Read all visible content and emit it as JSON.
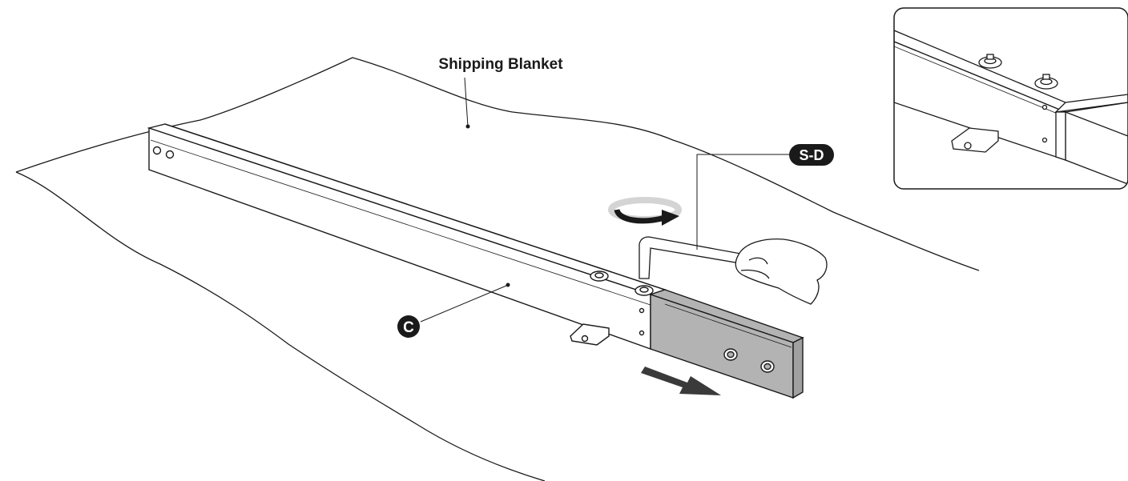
{
  "labels": {
    "blanket": "Shipping Blanket",
    "part_c": "C",
    "tool": "S-D"
  },
  "icons": {
    "rotation": "rotate-clockwise-arrow",
    "direction": "slide-right-arrow",
    "hand": "hand-holding-hex-key",
    "inset": "detail-zoom-view"
  },
  "colors": {
    "line": "#1a1a1a",
    "extension_fill": "#b3b3b3",
    "label_badge": "#1a1a1a",
    "badge_text": "#ffffff",
    "arrow_fill": "#3a3a3a",
    "rotate_light": "#d4d4d4"
  }
}
